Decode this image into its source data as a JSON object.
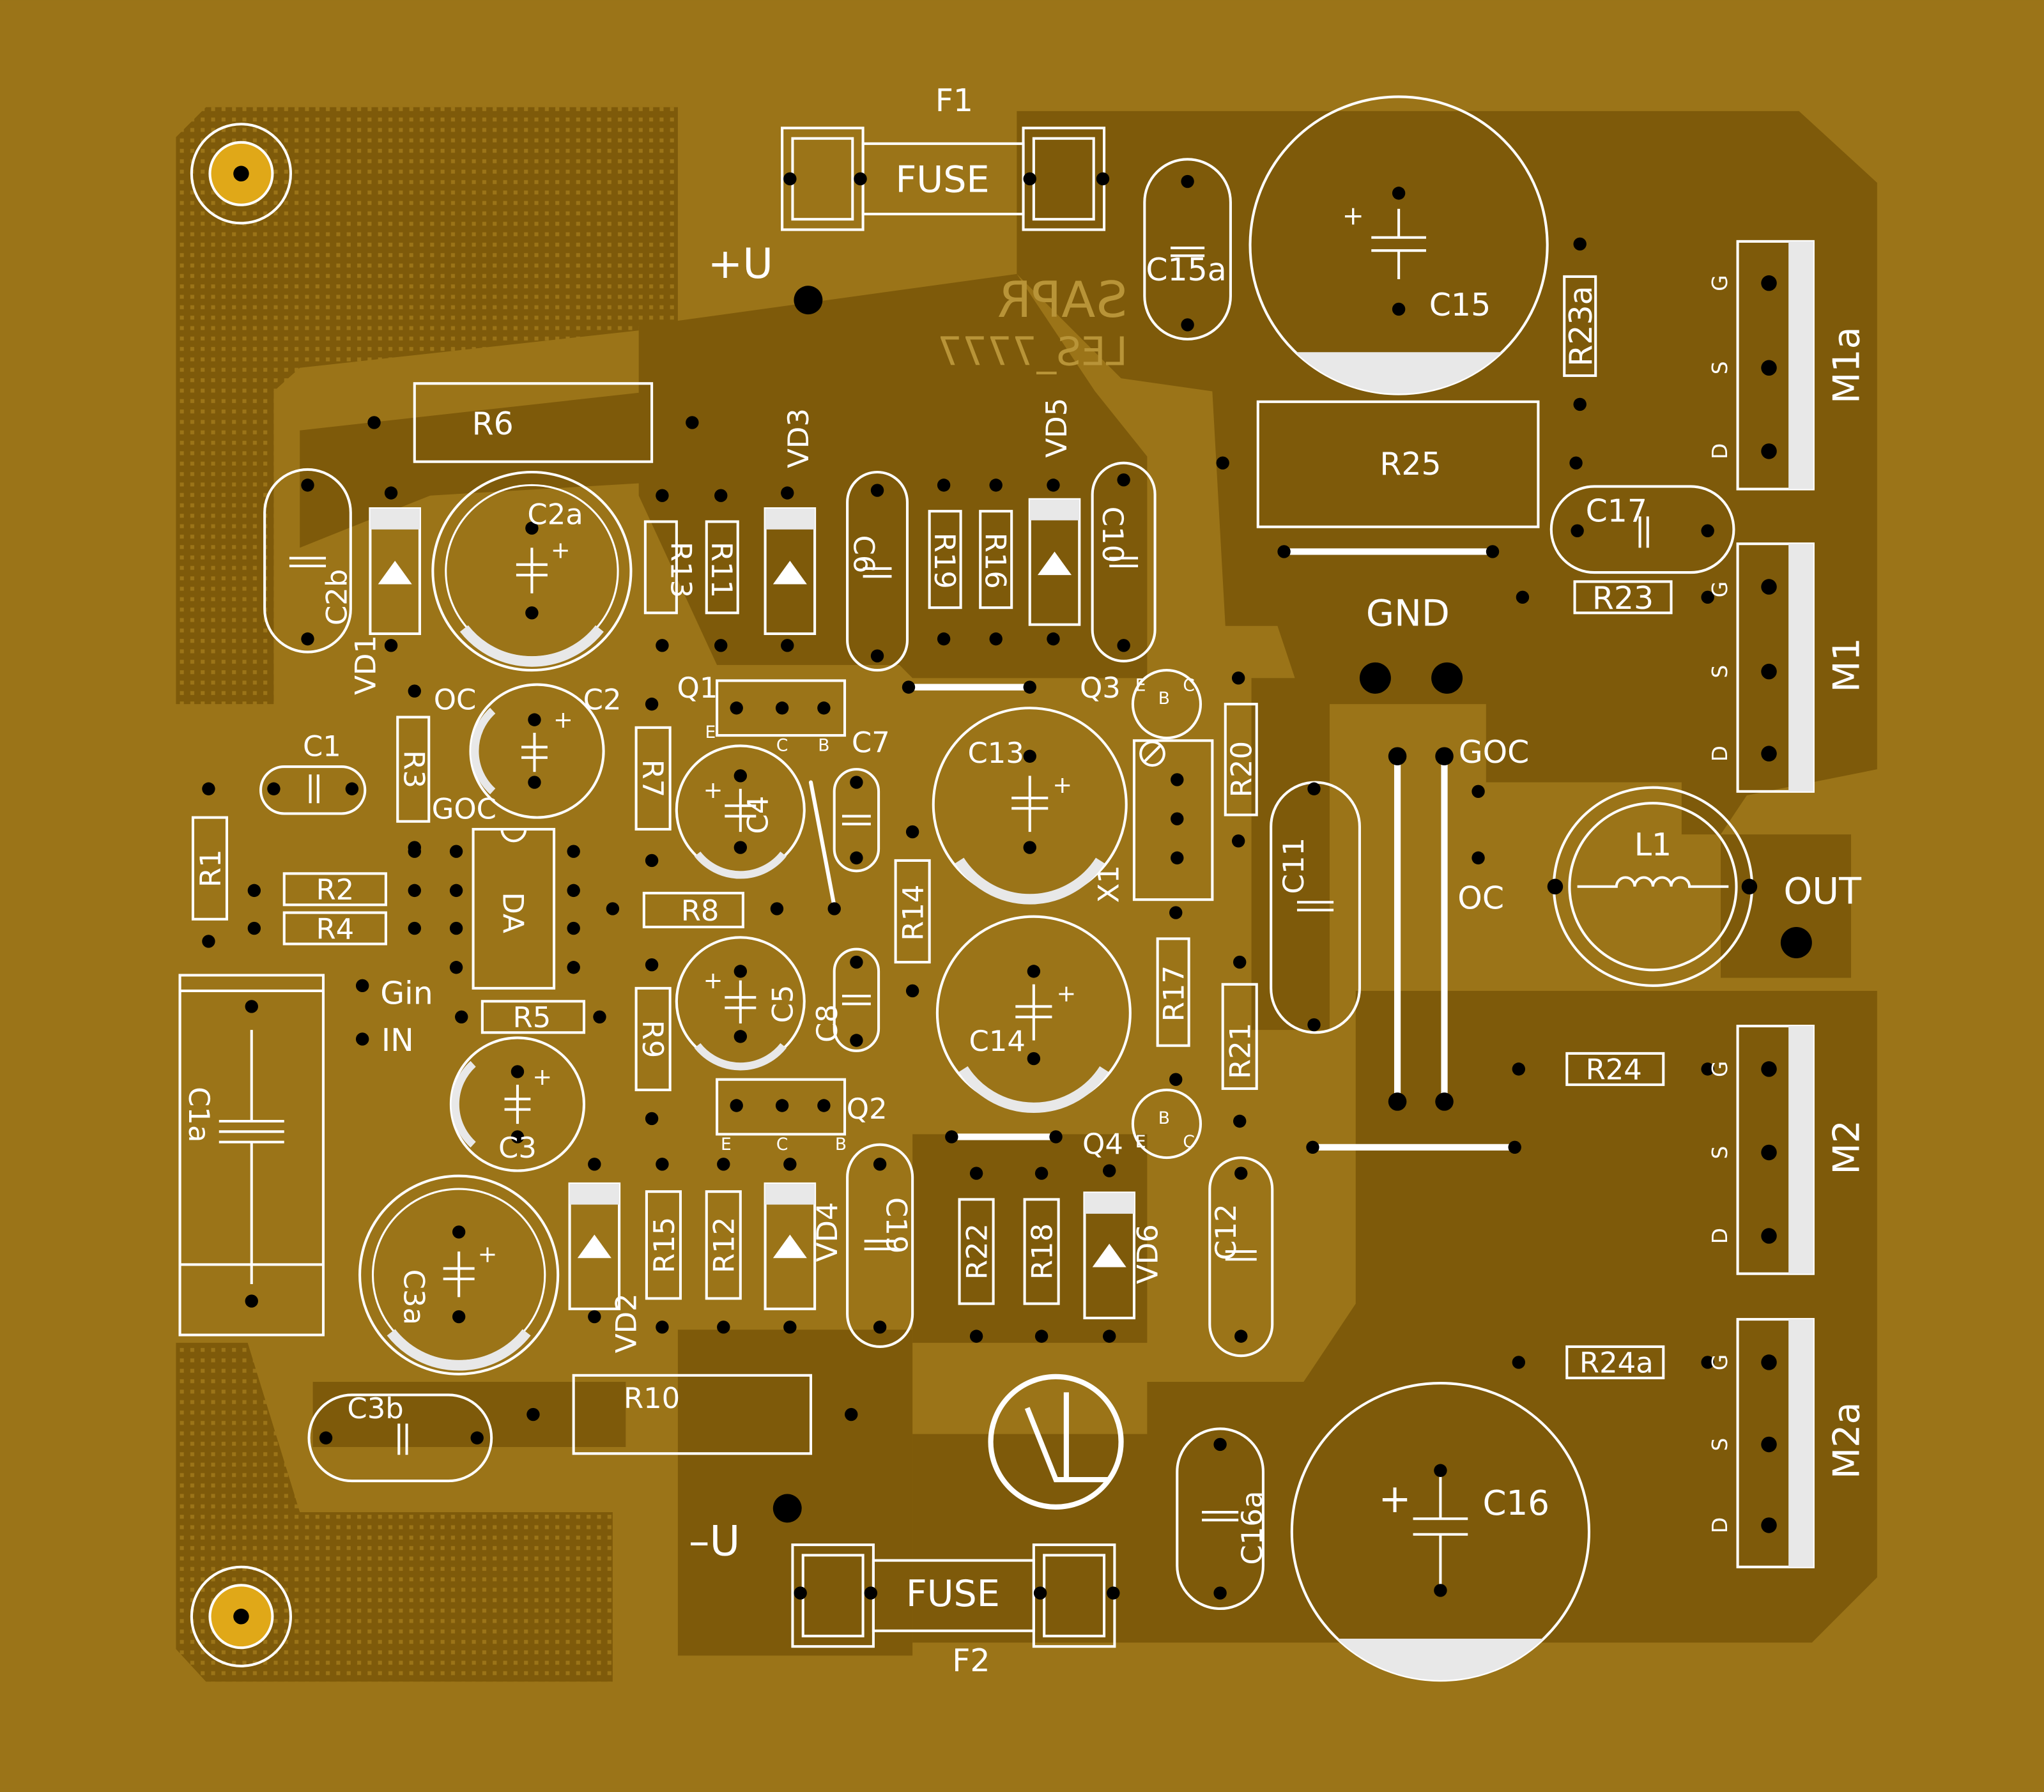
{
  "colors": {
    "board": "#9b7418",
    "copper": "#7e5a0a",
    "silk": "#ffffff",
    "hole": "#000000",
    "ring": "#e0a818",
    "stripe": "#e8e8e8"
  },
  "mirrored": {
    "line1": "SAPR",
    "line2": "LES_7777"
  },
  "components": [
    {
      "id": "F1",
      "label": "F1"
    },
    {
      "id": "F1_body",
      "label": "FUSE"
    },
    {
      "id": "F2",
      "label": "F2"
    },
    {
      "id": "F2_body",
      "label": "FUSE"
    },
    {
      "id": "PU",
      "label": "+U"
    },
    {
      "id": "MU",
      "label": "–U"
    },
    {
      "id": "C15a",
      "label": "C15a"
    },
    {
      "id": "C15",
      "label": "C15"
    },
    {
      "id": "R23a",
      "label": "R23a"
    },
    {
      "id": "M1a",
      "label": "M1a"
    },
    {
      "id": "R6",
      "label": "R6"
    },
    {
      "id": "R25",
      "label": "R25"
    },
    {
      "id": "VD3",
      "label": "VD3"
    },
    {
      "id": "VD5",
      "label": "VD5"
    },
    {
      "id": "C17",
      "label": "C17"
    },
    {
      "id": "R23",
      "label": "R23"
    },
    {
      "id": "M1",
      "label": "M1"
    },
    {
      "id": "C2b",
      "label": "C2b"
    },
    {
      "id": "VD1",
      "label": "VD1"
    },
    {
      "id": "C2a",
      "label": "C2a"
    },
    {
      "id": "R13",
      "label": "R13"
    },
    {
      "id": "R11",
      "label": "R11"
    },
    {
      "id": "C6",
      "label": "C6"
    },
    {
      "id": "R19",
      "label": "R19"
    },
    {
      "id": "R16",
      "label": "R16"
    },
    {
      "id": "C10",
      "label": "C10"
    },
    {
      "id": "GND",
      "label": "GND"
    },
    {
      "id": "OC1",
      "label": "OC"
    },
    {
      "id": "C2",
      "label": "C2"
    },
    {
      "id": "Q1",
      "label": "Q1"
    },
    {
      "id": "Q3",
      "label": "Q3"
    },
    {
      "id": "C1",
      "label": "C1"
    },
    {
      "id": "R3",
      "label": "R3"
    },
    {
      "id": "GOC1",
      "label": "GOC"
    },
    {
      "id": "R7",
      "label": "R7"
    },
    {
      "id": "C4",
      "label": "C4"
    },
    {
      "id": "C7",
      "label": "C7"
    },
    {
      "id": "C13",
      "label": "C13"
    },
    {
      "id": "R20",
      "label": "R20"
    },
    {
      "id": "GOC2",
      "label": "GOC"
    },
    {
      "id": "C11",
      "label": "C11"
    },
    {
      "id": "L1",
      "label": "L1"
    },
    {
      "id": "OUT",
      "label": "OUT"
    },
    {
      "id": "OC2",
      "label": "OC"
    },
    {
      "id": "R1",
      "label": "R1"
    },
    {
      "id": "R2",
      "label": "R2"
    },
    {
      "id": "R4",
      "label": "R4"
    },
    {
      "id": "DA",
      "label": "DA"
    },
    {
      "id": "R8",
      "label": "R8"
    },
    {
      "id": "R14",
      "label": "R14"
    },
    {
      "id": "X1",
      "label": "X1"
    },
    {
      "id": "Gin",
      "label": "Gin"
    },
    {
      "id": "IN",
      "label": "IN"
    },
    {
      "id": "R5",
      "label": "R5"
    },
    {
      "id": "C5",
      "label": "C5"
    },
    {
      "id": "C8",
      "label": "C8"
    },
    {
      "id": "C14",
      "label": "C14"
    },
    {
      "id": "R17",
      "label": "R17"
    },
    {
      "id": "R21",
      "label": "R21"
    },
    {
      "id": "C1a",
      "label": "C1a"
    },
    {
      "id": "R9",
      "label": "R9"
    },
    {
      "id": "C3",
      "label": "C3"
    },
    {
      "id": "Q2",
      "label": "Q2"
    },
    {
      "id": "Q4",
      "label": "Q4"
    },
    {
      "id": "R24",
      "label": "R24"
    },
    {
      "id": "M2",
      "label": "M2"
    },
    {
      "id": "C3a",
      "label": "C3a"
    },
    {
      "id": "VD2",
      "label": "VD2"
    },
    {
      "id": "R15",
      "label": "R15"
    },
    {
      "id": "R12",
      "label": "R12"
    },
    {
      "id": "VD4",
      "label": "VD4"
    },
    {
      "id": "C19",
      "label": "C19"
    },
    {
      "id": "R22",
      "label": "R22"
    },
    {
      "id": "R18",
      "label": "R18"
    },
    {
      "id": "VD6",
      "label": "VD6"
    },
    {
      "id": "C12",
      "label": "C12"
    },
    {
      "id": "R24a",
      "label": "R24a"
    },
    {
      "id": "M2a",
      "label": "M2a"
    },
    {
      "id": "C3b",
      "label": "C3b"
    },
    {
      "id": "R10",
      "label": "R10"
    },
    {
      "id": "C16a",
      "label": "C16a"
    },
    {
      "id": "C16",
      "label": "C16"
    }
  ],
  "pins": {
    "G": "G",
    "S": "S",
    "D": "D",
    "E": "E",
    "B": "B",
    "C": "C",
    "plus": "+"
  }
}
